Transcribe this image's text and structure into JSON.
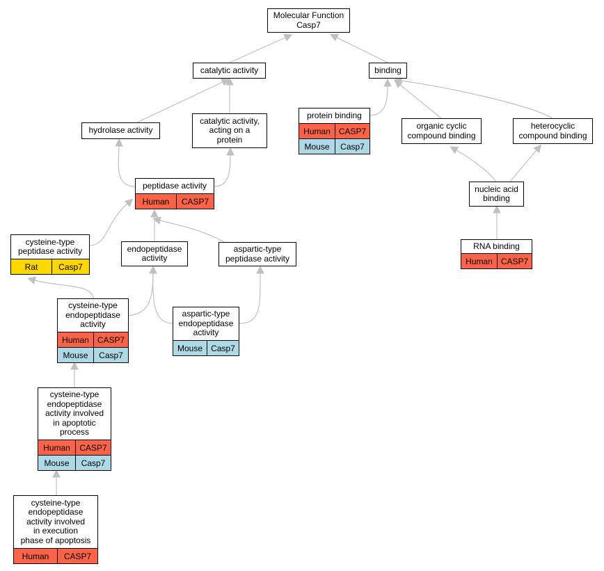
{
  "colors": {
    "human": "#ff6347",
    "mouse": "#add8e6",
    "rat": "#ffd700",
    "edge": "#c0c0c0"
  },
  "nodes": {
    "molecular_function": {
      "label": "Molecular Function\nCasp7",
      "annotations": []
    },
    "catalytic_activity": {
      "label": "catalytic activity",
      "annotations": []
    },
    "binding": {
      "label": "binding",
      "annotations": []
    },
    "hydrolase_activity": {
      "label": "hydrolase activity",
      "annotations": []
    },
    "catalytic_acting_protein": {
      "label": "catalytic activity,\nacting on a\nprotein",
      "annotations": []
    },
    "protein_binding": {
      "label": "protein binding",
      "annotations": [
        {
          "species": "Human",
          "gene": "CASP7",
          "color": "human"
        },
        {
          "species": "Mouse",
          "gene": "Casp7",
          "color": "mouse"
        }
      ]
    },
    "organic_cyclic": {
      "label": "organic cyclic\ncompound binding",
      "annotations": []
    },
    "heterocyclic": {
      "label": "heterocyclic\ncompound binding",
      "annotations": []
    },
    "peptidase_activity": {
      "label": "peptidase activity",
      "annotations": [
        {
          "species": "Human",
          "gene": "CASP7",
          "color": "human"
        }
      ]
    },
    "nucleic_acid_binding": {
      "label": "nucleic acid\nbinding",
      "annotations": []
    },
    "cysteine_peptidase": {
      "label": "cysteine-type\npeptidase activity",
      "annotations": [
        {
          "species": "Rat",
          "gene": "Casp7",
          "color": "rat"
        }
      ]
    },
    "endopeptidase": {
      "label": "endopeptidase\nactivity",
      "annotations": []
    },
    "aspartic_peptidase": {
      "label": "aspartic-type\npeptidase activity",
      "annotations": []
    },
    "rna_binding": {
      "label": "RNA binding",
      "annotations": [
        {
          "species": "Human",
          "gene": "CASP7",
          "color": "human"
        }
      ]
    },
    "cysteine_endopeptidase": {
      "label": "cysteine-type\nendopeptidase\nactivity",
      "annotations": [
        {
          "species": "Human",
          "gene": "CASP7",
          "color": "human"
        },
        {
          "species": "Mouse",
          "gene": "Casp7",
          "color": "mouse"
        }
      ]
    },
    "aspartic_endopeptidase": {
      "label": "aspartic-type\nendopeptidase\nactivity",
      "annotations": [
        {
          "species": "Mouse",
          "gene": "Casp7",
          "color": "mouse"
        }
      ]
    },
    "cysteine_apoptotic": {
      "label": "cysteine-type\nendopeptidase\nactivity involved\nin apoptotic\nprocess",
      "annotations": [
        {
          "species": "Human",
          "gene": "CASP7",
          "color": "human"
        },
        {
          "species": "Mouse",
          "gene": "Casp7",
          "color": "mouse"
        }
      ]
    },
    "cysteine_execution": {
      "label": "cysteine-type\nendopeptidase\nactivity involved\nin execution\nphase of apoptosis",
      "annotations": [
        {
          "species": "Human",
          "gene": "CASP7",
          "color": "human"
        }
      ]
    }
  },
  "edges": [
    {
      "from": "catalytic_activity",
      "to": "molecular_function"
    },
    {
      "from": "binding",
      "to": "molecular_function"
    },
    {
      "from": "hydrolase_activity",
      "to": "catalytic_activity"
    },
    {
      "from": "catalytic_acting_protein",
      "to": "catalytic_activity"
    },
    {
      "from": "protein_binding",
      "to": "binding"
    },
    {
      "from": "organic_cyclic",
      "to": "binding"
    },
    {
      "from": "heterocyclic",
      "to": "binding"
    },
    {
      "from": "peptidase_activity",
      "to": "hydrolase_activity"
    },
    {
      "from": "peptidase_activity",
      "to": "catalytic_acting_protein"
    },
    {
      "from": "nucleic_acid_binding",
      "to": "organic_cyclic"
    },
    {
      "from": "nucleic_acid_binding",
      "to": "heterocyclic"
    },
    {
      "from": "cysteine_peptidase",
      "to": "peptidase_activity"
    },
    {
      "from": "endopeptidase",
      "to": "peptidase_activity"
    },
    {
      "from": "aspartic_peptidase",
      "to": "peptidase_activity"
    },
    {
      "from": "rna_binding",
      "to": "nucleic_acid_binding"
    },
    {
      "from": "cysteine_endopeptidase",
      "to": "cysteine_peptidase"
    },
    {
      "from": "cysteine_endopeptidase",
      "to": "endopeptidase"
    },
    {
      "from": "aspartic_endopeptidase",
      "to": "endopeptidase"
    },
    {
      "from": "aspartic_endopeptidase",
      "to": "aspartic_peptidase"
    },
    {
      "from": "cysteine_apoptotic",
      "to": "cysteine_endopeptidase"
    },
    {
      "from": "cysteine_execution",
      "to": "cysteine_apoptotic"
    }
  ]
}
